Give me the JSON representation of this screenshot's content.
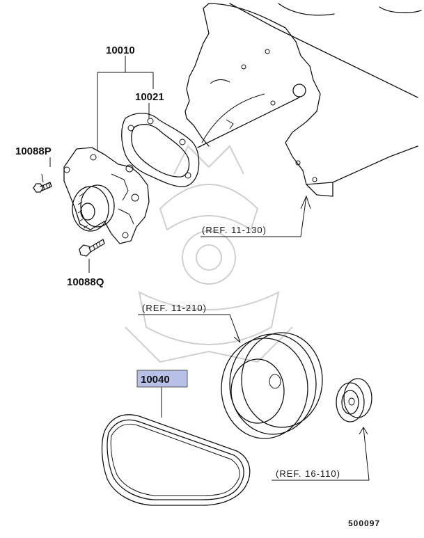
{
  "parts": {
    "p10010": "10010",
    "p10021": "10021",
    "p10088P": "10088P",
    "p10088Q": "10088Q",
    "p10040": "10040"
  },
  "refs": {
    "r11_130": "(REF. 11-130)",
    "r11_210": "(REF. 11-210)",
    "r16_110": "(REF. 16-110)"
  },
  "diagram_code": "500097",
  "highlight_color": "#b7c0e6"
}
